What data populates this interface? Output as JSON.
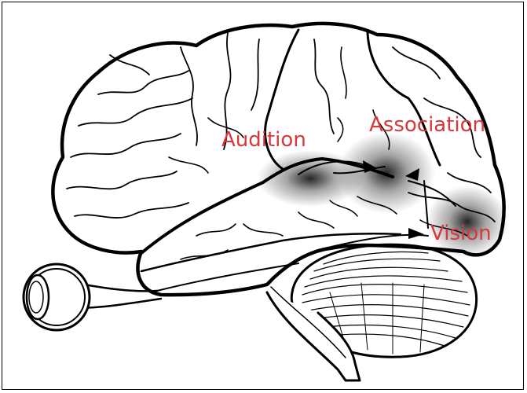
{
  "labels": {
    "audition": "Audition",
    "association": "Association",
    "vision": "Vision"
  },
  "colors": {
    "label": "#d9383a",
    "outline": "#000000",
    "shading": "#000000"
  },
  "icons": [
    "brain-illustration",
    "eye-icon",
    "cerebellum",
    "arrow"
  ]
}
